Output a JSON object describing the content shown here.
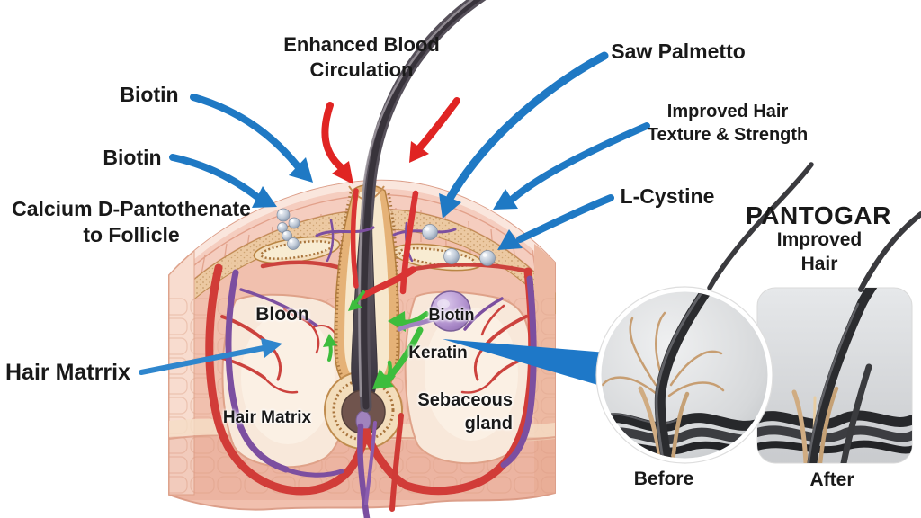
{
  "labels": {
    "enhanced_blood": "Enhanced Blood\nCirculation",
    "biotin_top": "Biotin",
    "biotin_mid": "Biotin",
    "calcium": "Calcium D-Pantothenate\nto Follicle",
    "saw_palmetto": "Saw Palmetto",
    "improved_texture": "Improved Hair\nTexture & Strength",
    "l_cystine": "L-Cystine",
    "hair_matrrix": "Hair Matrrix"
  },
  "inner_labels": {
    "bloon": "Bloon",
    "biotin": "Biotin",
    "keratin": "Keratin",
    "sebaceous": "Sebaceous\ngland",
    "hair_matrix": "Hair Matrix"
  },
  "product": {
    "name": "PANTOGAR",
    "tagline": "Improved Hair"
  },
  "comparison": {
    "before": "Before",
    "after": "After"
  },
  "colors": {
    "background": "#ffffff",
    "arrow_blue": "#1f79c4",
    "arrow_red": "#e02423",
    "arrow_green": "#3dbd3d",
    "callout_blue": "#1e78c8",
    "skin_pink": "#f1c0ae",
    "hair_dark": "#39343c",
    "text": "#191919"
  }
}
